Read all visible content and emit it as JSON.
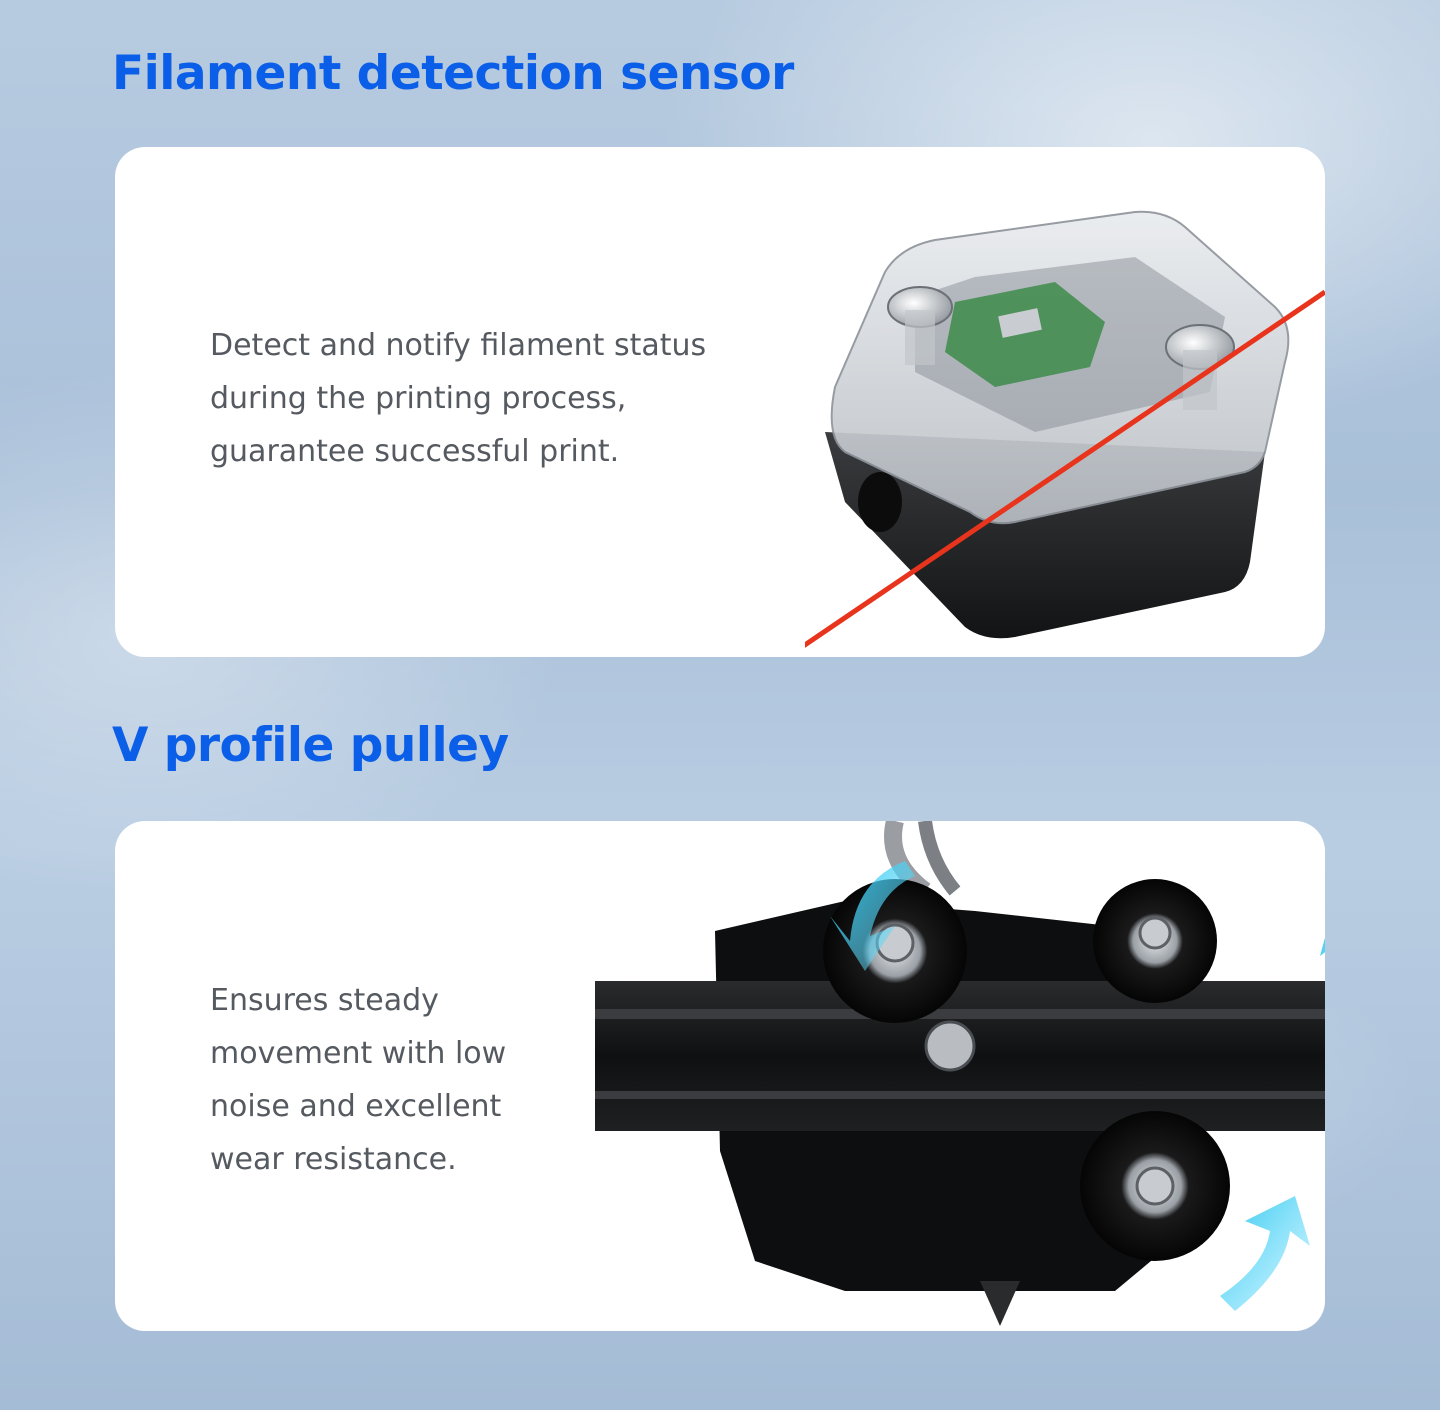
{
  "sections": [
    {
      "title": "Filament detection sensor",
      "description_lines": [
        "Detect and notify filament status",
        "during the printing process,",
        "guarantee successful print."
      ]
    },
    {
      "title": "V profile pulley",
      "description_lines": [
        "Ensures steady",
        "movement with low",
        "noise and excellent",
        "wear resistance."
      ]
    }
  ],
  "colors": {
    "title": "#0a5ee8",
    "body_text": "#555a60",
    "filament": "#e8341c",
    "arrow": "#2ec6ee"
  }
}
